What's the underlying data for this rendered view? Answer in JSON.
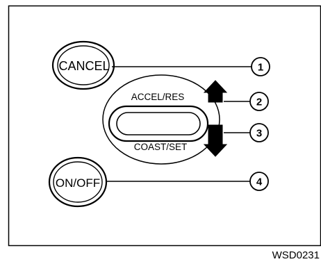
{
  "buttons": {
    "cancel": "CANCEL",
    "accel_res": "ACCEL/RES",
    "coast_set": "COAST/SET",
    "on_off": "ON/OFF"
  },
  "callouts": [
    "1",
    "2",
    "3",
    "4"
  ],
  "figure_code": "WSD0231"
}
